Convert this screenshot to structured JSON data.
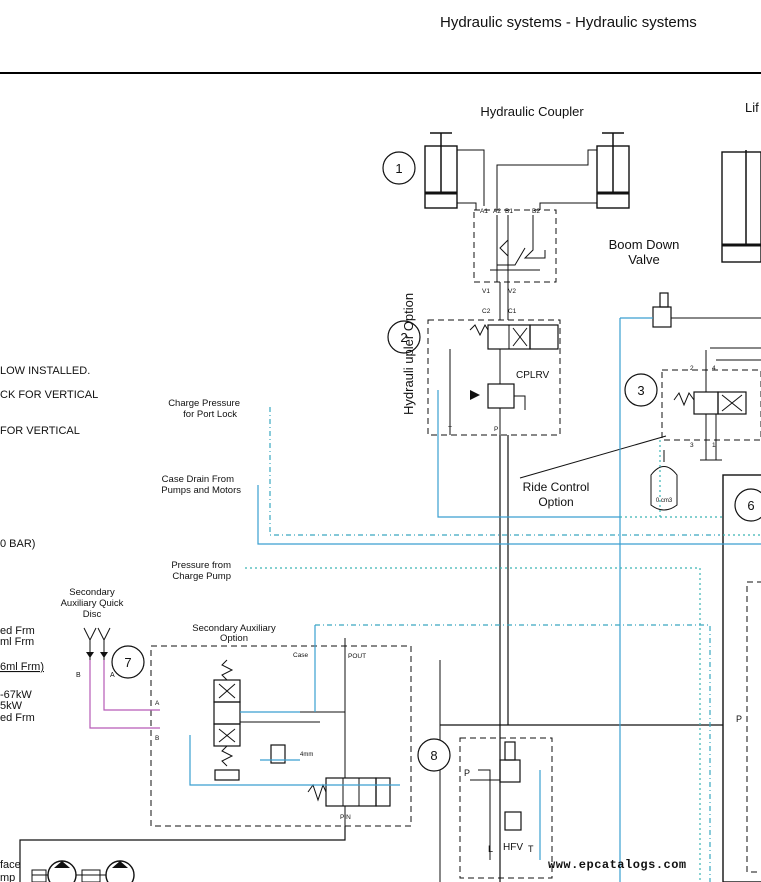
{
  "header": {
    "title": "Hydraulic systems - Hydraulic systems"
  },
  "labels": {
    "hydraulic_coupler": "Hydraulic Coupler",
    "lift": "Lif",
    "boom_down_line1": "Boom Down",
    "boom_down_line2": "Valve",
    "coupler_option_vertical": "Hydrauli  upler Option",
    "cplrv": "CPLRV",
    "ride_control_line1": "Ride Control",
    "ride_control_line2": "Option",
    "charge_pressure_line1": "Charge Pressure",
    "charge_pressure_line2": "for Port Lock",
    "case_drain_line1": "Case Drain From",
    "case_drain_line2": "Pumps and Motors",
    "pressure_from_line1": "Pressure from",
    "pressure_from_line2": "Charge Pump",
    "secondary_quick_line1": "Secondary",
    "secondary_quick_line2": "Auxiliary Quick",
    "secondary_quick_line3": "Disc",
    "secondary_aux_line1": "Secondary Auxiliary",
    "secondary_aux_line2": "Option",
    "hfv": "HFV",
    "accumulator": "0 cm3",
    "orifice": "4mm"
  },
  "ports": {
    "a1": "A1",
    "a2": "A2",
    "b1": "B1",
    "b2": "B2",
    "v1": "V1",
    "v2": "V2",
    "c2": "C2",
    "c1": "C1",
    "t": "T",
    "p": "P",
    "p2": "P",
    "p3": "P",
    "case": "Case",
    "pout": "POUT",
    "pin": "PIN",
    "a": "A",
    "b": "B",
    "a_left": "A",
    "b_left": "B",
    "l": "L",
    "t2": "T",
    "rc2": "2",
    "rc4": "4",
    "rc3": "3",
    "rc1": "1"
  },
  "left_notes": [
    "LOW INSTALLED.",
    "CK FOR VERTICAL",
    "FOR VERTICAL",
    "0 BAR)",
    "ed Frm",
    "ml Frm",
    "6ml Frm)",
    "-67kW",
    "5kW",
    "ed Frm",
    "face",
    "mp"
  ],
  "callouts": [
    "1",
    "2",
    "3",
    "6",
    "7",
    "8"
  ],
  "watermark": "www.epcatalogs.com"
}
